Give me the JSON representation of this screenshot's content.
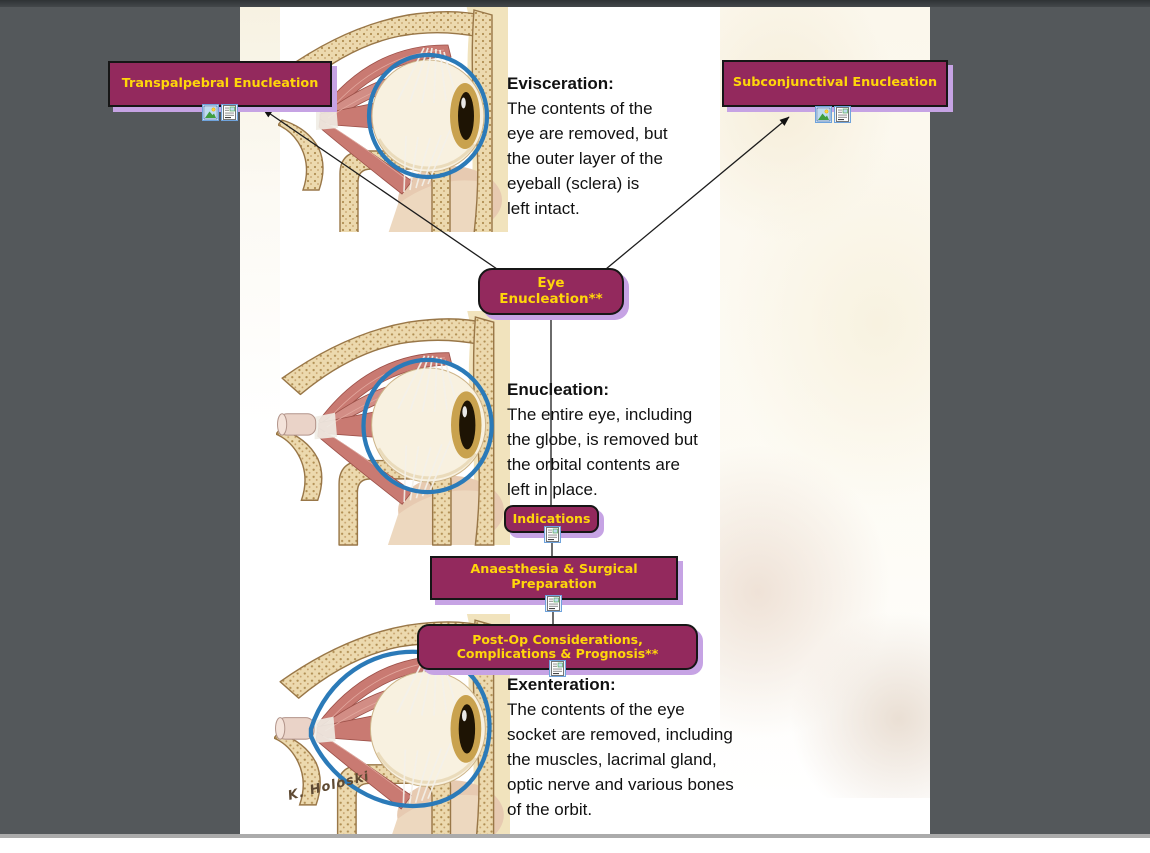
{
  "app": {
    "background_color": "#54585b",
    "page_color": "#ffffff"
  },
  "colors": {
    "node_fill": "#93295d",
    "node_border": "#161616",
    "node_text": "#ffd60a",
    "node_shadow": "#c6a3e4",
    "connector": "#1c1c1c",
    "outline_blue": "#2b7ab8"
  },
  "nodes": {
    "transpalpebral": {
      "label": "Transpalpebral Enucleation"
    },
    "subconjunctival": {
      "label": "Subconjunctival Enucleation"
    },
    "eye_enucleation": {
      "label": "Eye Enucleation**"
    },
    "indications": {
      "label": "Indications"
    },
    "anaesthesia": {
      "label": "Anaesthesia & Surgical Preparation"
    },
    "postop": {
      "label": "Post-Op Considerations, Complications & Prognosis**"
    }
  },
  "resources": {
    "transpalpebral": [
      "image-icon",
      "document-icon"
    ],
    "subconjunctival": [
      "image-icon",
      "document-icon"
    ],
    "indications": [
      "document-icon"
    ],
    "anaesthesia": [
      "document-icon"
    ],
    "postop": [
      "document-icon"
    ]
  },
  "annotations": {
    "evisceration": {
      "heading": "Evisceration:",
      "body": "The contents of the\neye are removed, but\nthe outer layer of the\neyeball (sclera) is\nleft intact."
    },
    "enucleation": {
      "heading": "Enucleation:",
      "body": "The entire eye, including\nthe globe, is removed but\nthe orbital contents are\nleft in place."
    },
    "exenteration": {
      "heading": "Exenteration:",
      "body": "The contents of the eye\nsocket are removed, including\nthe muscles, lacrimal gland,\noptic nerve and various bones\nof the orbit."
    }
  },
  "illustration": {
    "signature": "K. Holoski"
  }
}
